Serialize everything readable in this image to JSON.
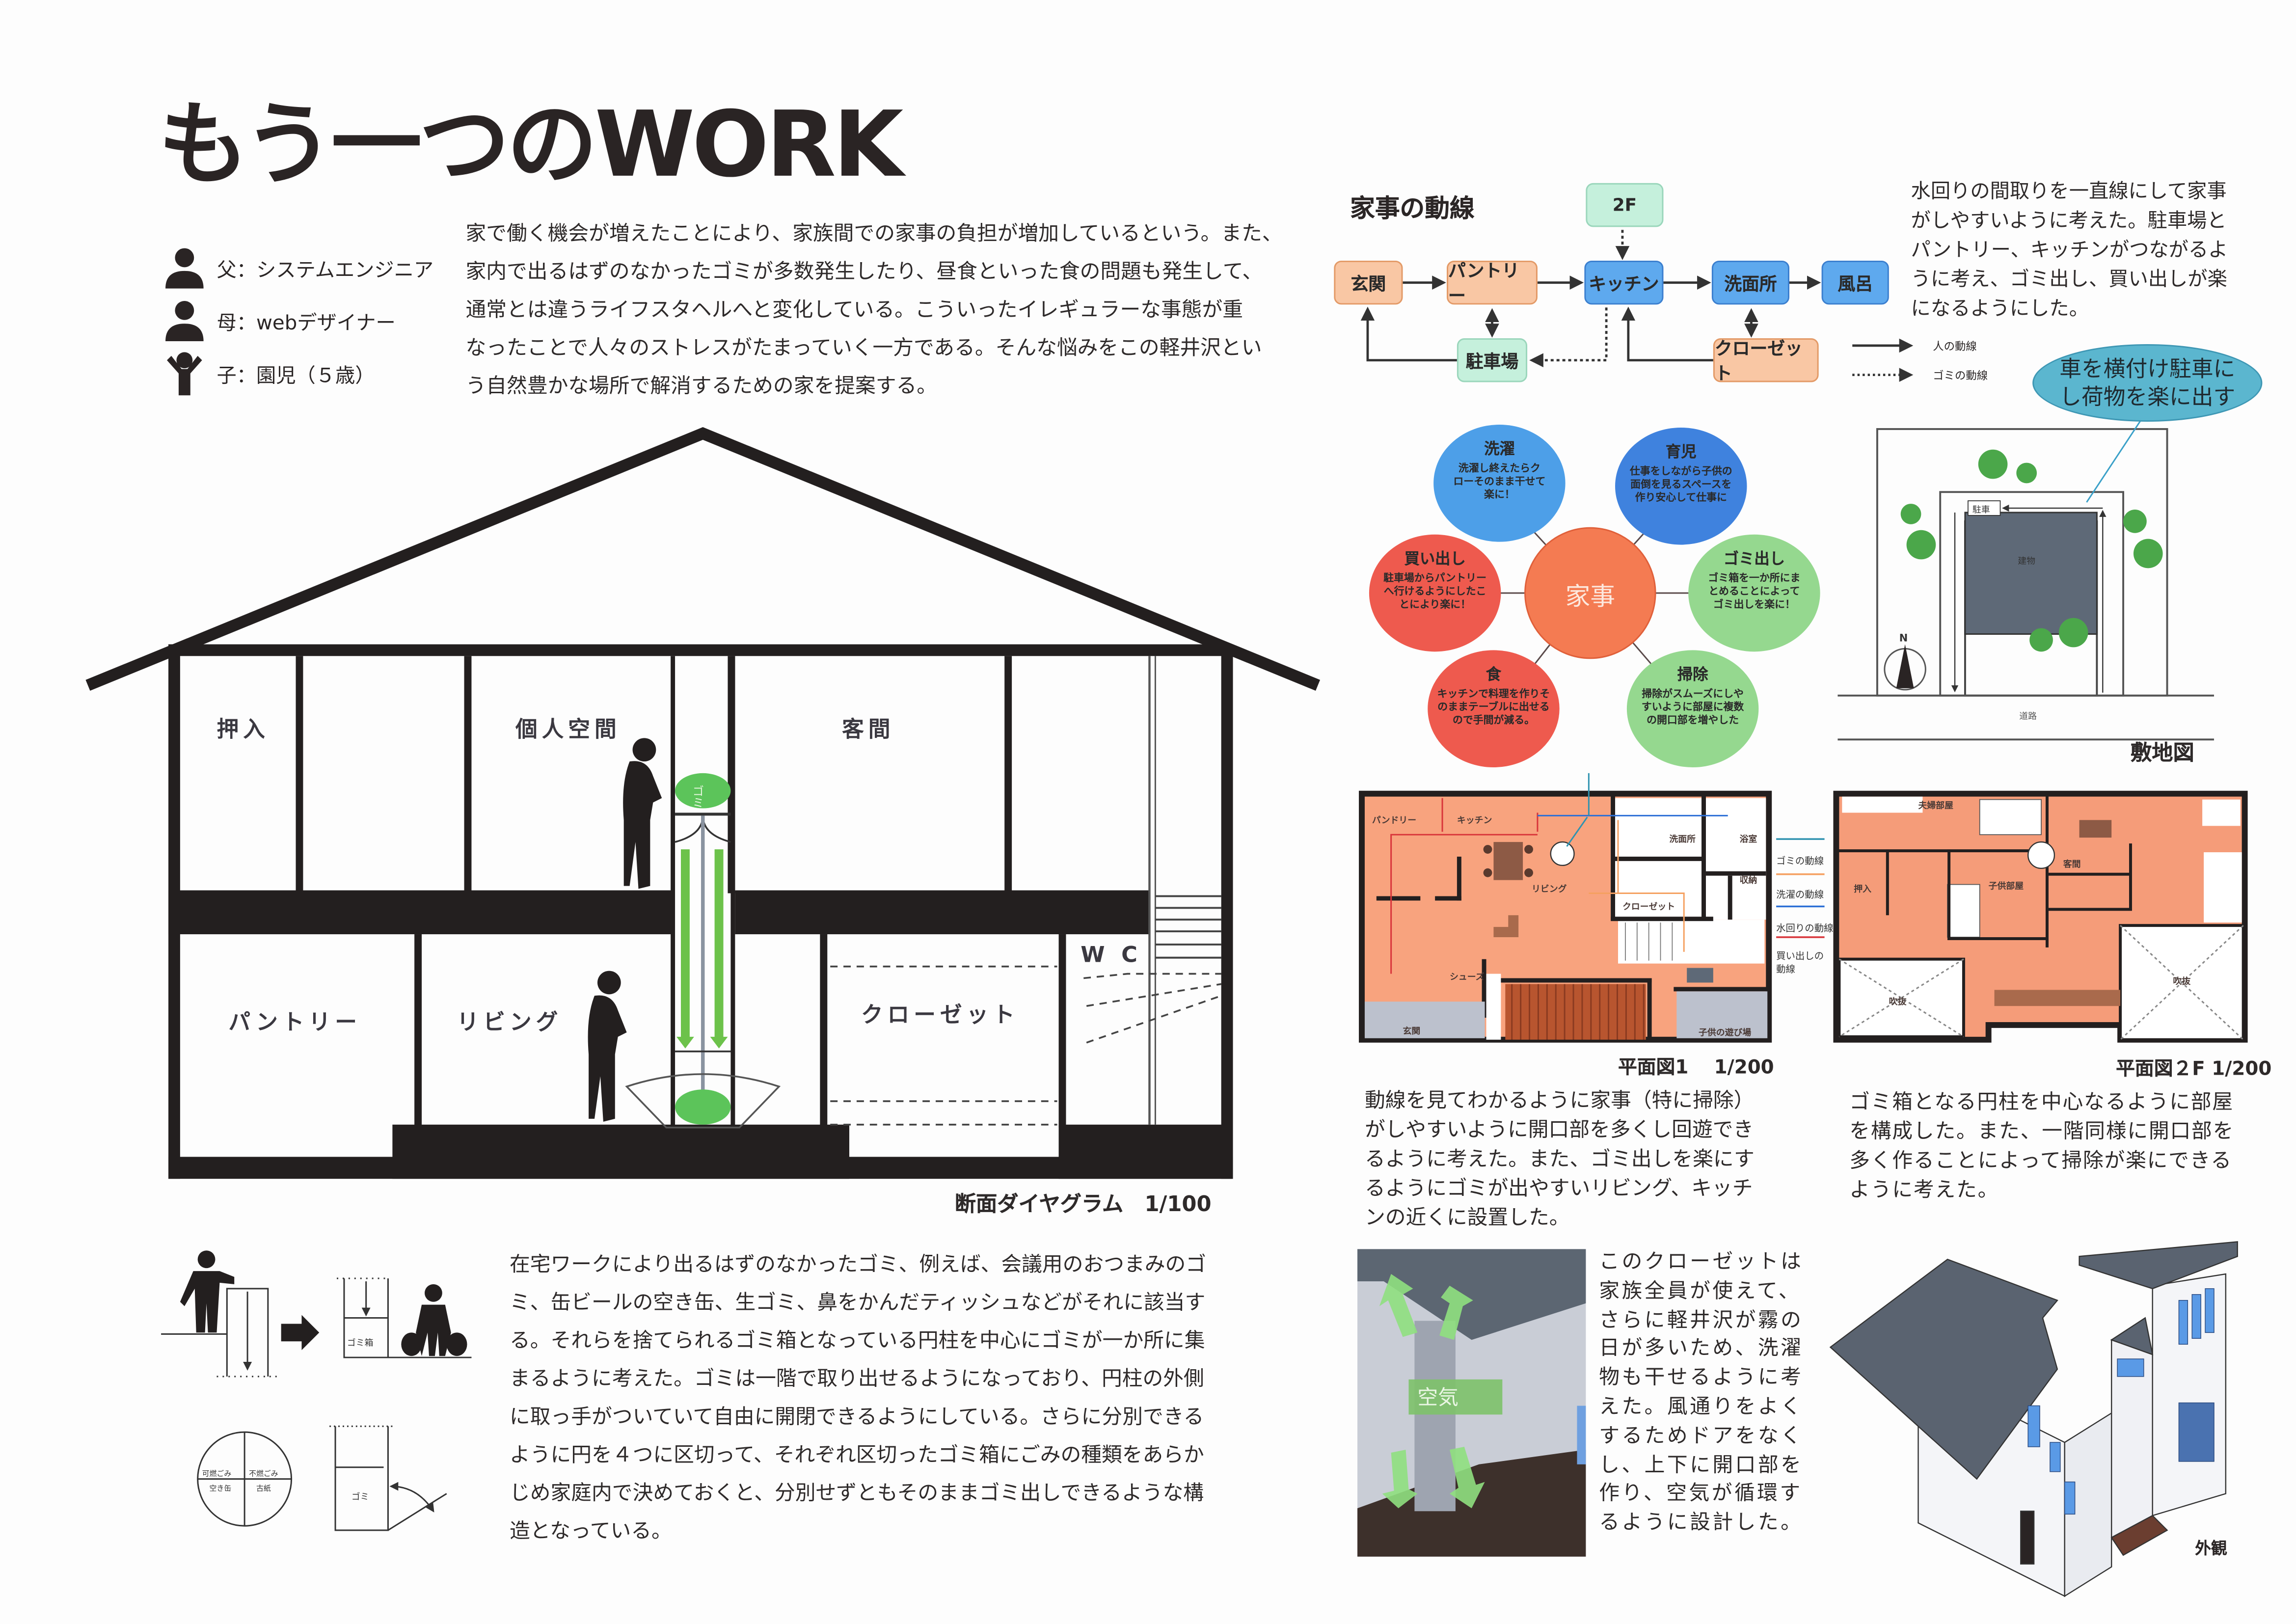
{
  "title": "もう一つのWORK",
  "family": [
    {
      "label": "父：システムエンジニア",
      "icon": "adult-person-icon"
    },
    {
      "label": "母：webデザイナー",
      "icon": "adult-person-icon"
    },
    {
      "label": "子：園児（５歳）",
      "icon": "child-person-icon"
    }
  ],
  "intro": {
    "lines": [
      "家で働く機会が増えたことにより、家族間での家事の負担が増加しているという。また、",
      "家内で出るはずのなかったゴミが多数発生したり、昼食といった食の問題も発生して、",
      "通常とは違うライフスタヘルへと変化している。こういったイレギュラーな事態が重",
      "なったことで人々のストレスがたまっていく一方である。そんな悩みをこの軽井沢とい",
      "う自然豊かな場所で解消するための家を提案する。"
    ]
  },
  "section": {
    "rooms": {
      "oshiire": "押入",
      "private": "個人空間",
      "guest": "客間",
      "pantry": "パントリー",
      "living": "リビング",
      "closet": "クローゼット",
      "wc": "W C",
      "gomi": "ゴミ"
    },
    "caption": "断面ダイヤグラム　1/100"
  },
  "flow": {
    "title": "家事の動線",
    "nodes": {
      "f2": "2F",
      "genkan": "玄関",
      "pantry": "パントリー",
      "kitchen": "キッチン",
      "senmen": "洗面所",
      "furo": "風呂",
      "parking": "駐車場",
      "closet": "クローゼット"
    },
    "legend": {
      "person": "人の動線",
      "gomi": "ゴミの動線"
    },
    "text": {
      "lines": [
        "水回りの間取りを一直線にして家事",
        "がしやすいように考えた。駐車場と",
        "パントリー、キッチンがつながるよ",
        "うに考え、ゴミ出し、買い出しが楽",
        "になるようにした。"
      ]
    },
    "callout": [
      "車を横付け駐車に",
      "し荷物を楽に出す"
    ]
  },
  "bubbles": {
    "center": "家事",
    "items": [
      {
        "title": "洗濯",
        "text": [
          "洗濯し終えたらク",
          "ローそのまま干せて",
          "楽に！"
        ],
        "color": "#4d9fe8"
      },
      {
        "title": "育児",
        "text": [
          "仕事をしながら子供の",
          "面倒を見るスペースを",
          "作り安心して仕事に"
        ],
        "color": "#3f82de"
      },
      {
        "title": "買い出し",
        "text": [
          "駐車場からパントリー",
          "へ行けるようにしたこ",
          "とにより楽に！"
        ],
        "color": "#ee5a4e"
      },
      {
        "title": "ゴミ出し",
        "text": [
          "ゴミ箱を一か所にま",
          "とめることによって",
          "ゴミ出しを楽に！"
        ],
        "color": "#95d88f"
      },
      {
        "title": "食",
        "text": [
          "キッチンで料理を作りそ",
          "のままテーブルに出せる",
          "ので手間が減る。"
        ],
        "color": "#ee5a4e"
      },
      {
        "title": "掃除",
        "text": [
          "掃除がスムーズにしや",
          "すいように部屋に複数",
          "の開口部を増やした"
        ],
        "color": "#95d88f"
      }
    ]
  },
  "site": {
    "parking": "駐車",
    "building": "建物",
    "road": "道路",
    "north": "N",
    "caption": "敷地図"
  },
  "plan1": {
    "rooms": {
      "pantry": "パンドリー",
      "kitchen": "キッチン",
      "senmen": "洗面所",
      "bath": "浴室",
      "storage": "収納",
      "living": "リビング",
      "closet": "クローゼット",
      "shoes": "シューズ",
      "genkan": "玄関",
      "kids": "子供の遊び場"
    },
    "legend": [
      {
        "label": "ゴミの動線",
        "color": "#2f93b0"
      },
      {
        "label": "洗濯の動線",
        "color": "#f5a060"
      },
      {
        "label": "水回りの動線",
        "color": "#2c6fd6"
      },
      {
        "label": "買い出しの動線",
        "color": "#d8353a"
      }
    ],
    "caption": "平面図1　 1/200",
    "text": {
      "lines": [
        "動線を見てわかるように家事（特に掃除）",
        "がしやすいように開口部を多くし回遊でき",
        "るように考えた。また、ゴミ出しを楽にす",
        "るようにゴミが出やすいリビング、キッチ",
        "ンの近くに設置した。"
      ]
    }
  },
  "plan2": {
    "rooms": {
      "couple": "夫婦部屋",
      "oshiire": "押入",
      "kids": "子供部屋",
      "guest": "客間",
      "void": "吹抜"
    },
    "caption": "平面図２F 1/200",
    "text": {
      "lines": [
        "ゴミ箱となる円柱を中心なるように部屋",
        "を構成した。また、一階同様に開口部を",
        "多く作ることによって掃除が楽にできる",
        "ように考えた。"
      ]
    }
  },
  "gomi_diagram": {
    "bin": "ゴミ箱",
    "gomi": "ゴミ",
    "sections": [
      "可燃ごみ",
      "不燃ごみ",
      "空き缶",
      "古紙"
    ]
  },
  "gomi_text": {
    "lines": [
      "在宅ワークにより出るはずのなかったゴミ、例えば、会議用のおつまみのゴ",
      "ミ、缶ビールの空き缶、生ゴミ、鼻をかんだティッシュなどがそれに該当す",
      "る。それらを捨てられるゴミ箱となっている円柱を中心にゴミが一か所に集",
      "まるように考えた。ゴミは一階で取り出せるようになっており、円柱の外側",
      "に取っ手がついていて自由に開閉できるようにしている。さらに分別できる",
      "ように円を４つに区切って、それぞれ区切ったゴミ箱にごみの種類をあらか",
      "じめ家庭内で決めておくと、分別せずともそのままゴミ出しできるような構",
      "造となっている。"
    ]
  },
  "closet_photo": {
    "label": "空気"
  },
  "closet_text": {
    "lines": [
      "このクローゼットは",
      "家族全員が使えて、",
      "さらに軽井沢が霧の",
      "日が多いため、洗濯",
      "物も干せるように考",
      "えた。風通りをよく",
      "するためドアをなく",
      "し、上下に開口部を",
      "作り、空気が循環す",
      "るように設計した。"
    ]
  },
  "exterior": {
    "caption": "外観"
  }
}
